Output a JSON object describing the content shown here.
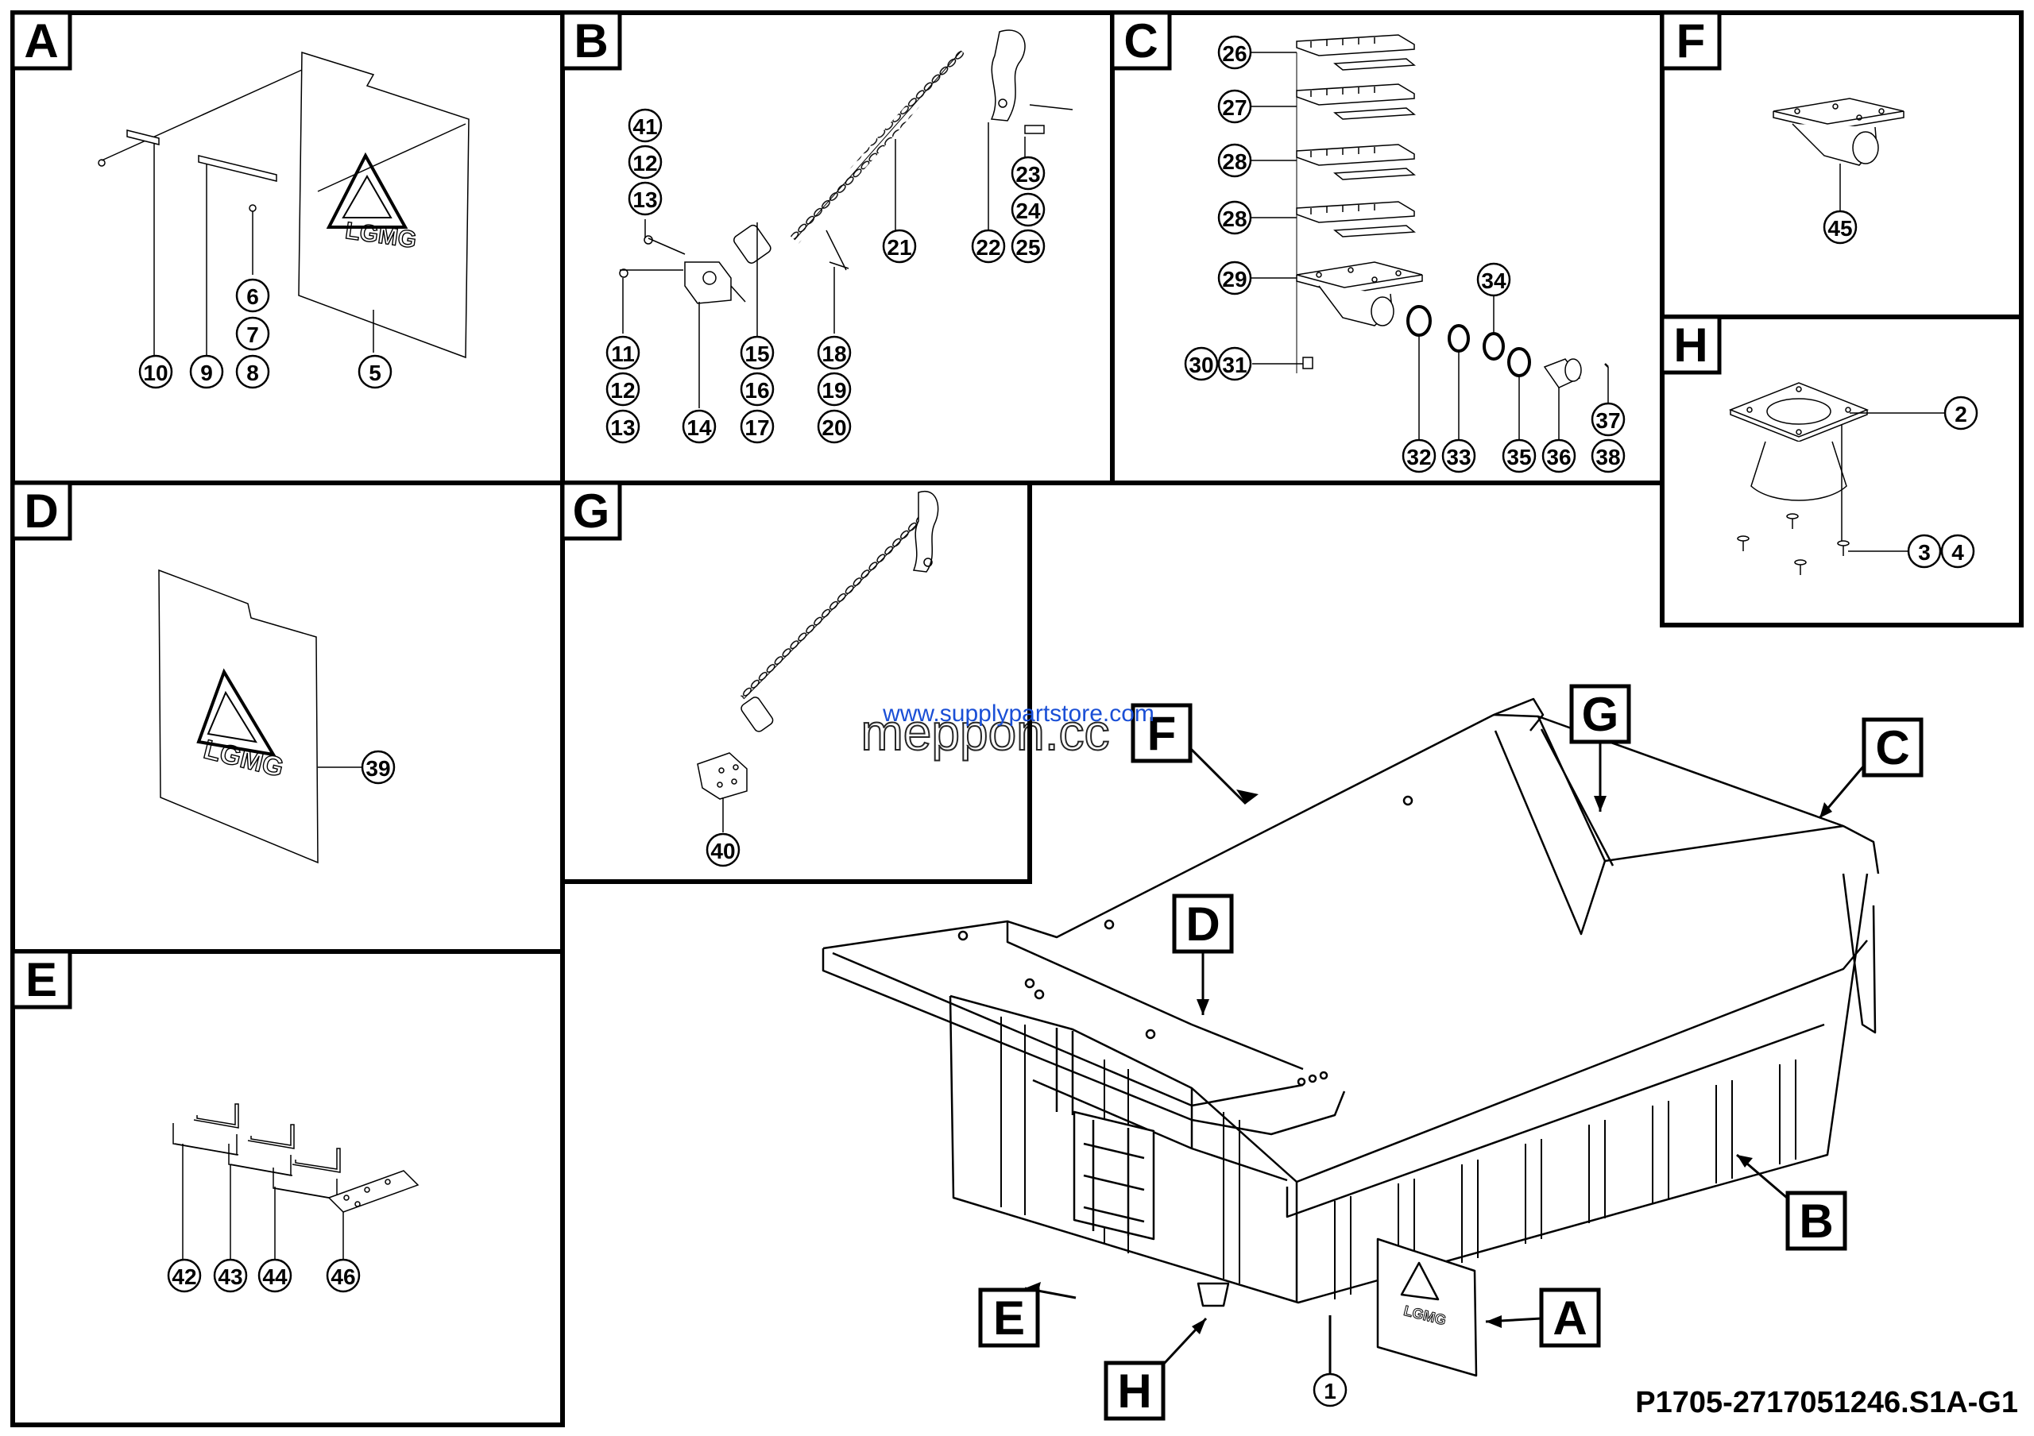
{
  "sections": {
    "A": {
      "letter": "A",
      "callouts": [
        "10",
        "9",
        "6",
        "7",
        "8",
        "5"
      ],
      "logo": "LGMG"
    },
    "B": {
      "letter": "B",
      "callouts": [
        "41",
        "12",
        "13",
        "11",
        "12",
        "13",
        "14",
        "15",
        "16",
        "17",
        "18",
        "19",
        "20",
        "21",
        "22",
        "23",
        "24",
        "25"
      ]
    },
    "C": {
      "letter": "C",
      "callouts": [
        "26",
        "27",
        "28",
        "28",
        "29",
        "30",
        "31",
        "32",
        "33",
        "34",
        "35",
        "36",
        "37",
        "38"
      ]
    },
    "D": {
      "letter": "D",
      "callouts": [
        "39"
      ],
      "logo": "LGMG"
    },
    "E": {
      "letter": "E",
      "callouts": [
        "42",
        "43",
        "44",
        "46"
      ]
    },
    "F": {
      "letter": "F",
      "callouts": [
        "45"
      ]
    },
    "G": {
      "letter": "G",
      "callouts": [
        "40"
      ]
    },
    "H": {
      "letter": "H",
      "callouts": [
        "2",
        "3",
        "4"
      ]
    }
  },
  "main_view": {
    "callouts": {
      "A": "A",
      "B": "B",
      "C": "C",
      "D": "D",
      "E": "E",
      "F": "F",
      "G": "G",
      "H": "H"
    },
    "part_callout": "1",
    "logo": "LGMG"
  },
  "watermarks": {
    "primary": "meppon.cc",
    "secondary": "www.supplypartstore.com"
  },
  "drawing_number": "P1705-2717051246.S1A-G1",
  "colors": {
    "line": "#000000",
    "watermark": "#1a4fd6",
    "background": "#ffffff"
  }
}
